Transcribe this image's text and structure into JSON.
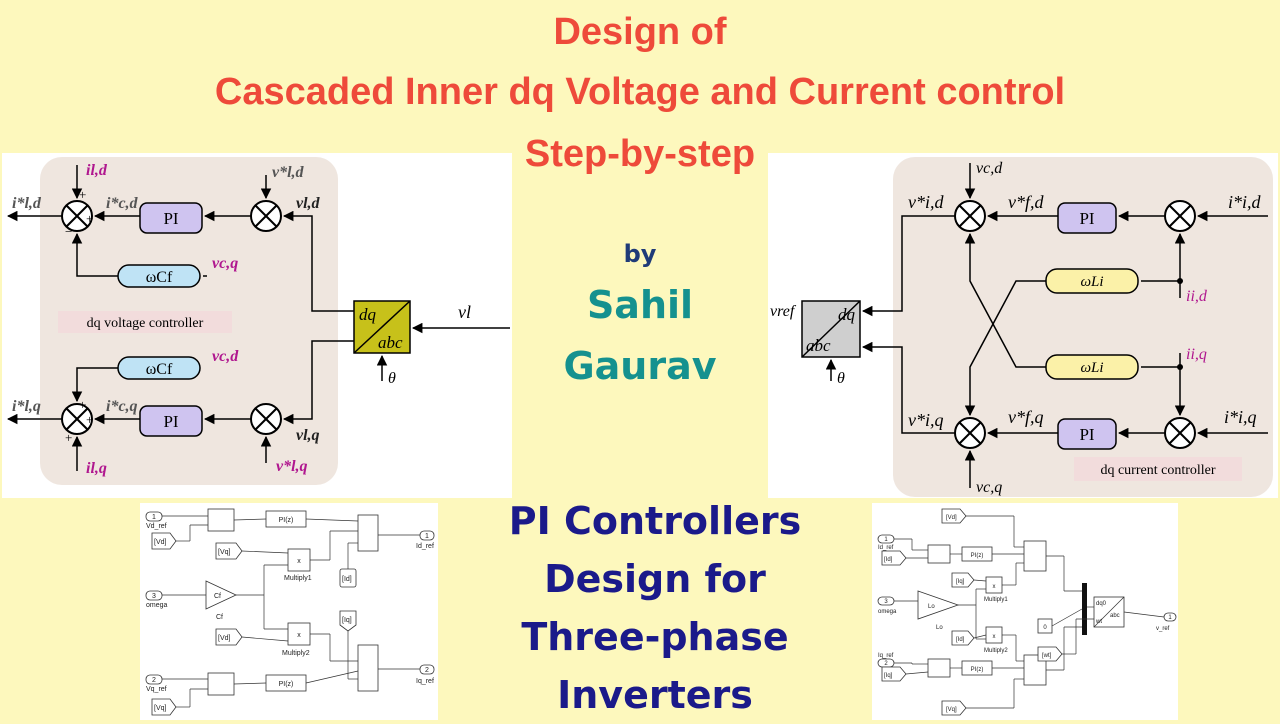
{
  "title": {
    "line1": "Design of",
    "line2": "Cascaded Inner dq Voltage and Current control",
    "line3": "Step-by-step"
  },
  "author": {
    "by": "by",
    "first": "Sahil",
    "last": "Gaurav"
  },
  "subtitle": {
    "l1": "PI Controllers",
    "l2": "Design for",
    "l3": "Three-phase",
    "l4": "Inverters"
  },
  "left_diagram": {
    "pi": "PI",
    "wcf": "ωCf",
    "label": "dq voltage controller",
    "transform_top": "dq",
    "transform_bottom": "abc",
    "theta": "θ",
    "vl": "vl",
    "i_ld": "il,d",
    "i_lq": "il,q",
    "i_ld_ref": "i*l,d",
    "i_lq_ref": "i*l,q",
    "ic_d": "i*c,d",
    "ic_q": "i*c,q",
    "v_cq": "vc,q",
    "v_cd": "vc,d",
    "v_ld": "vl,d",
    "v_lq": "vl,q",
    "v_ld_ref": "v*l,d",
    "v_lq_ref": "v*l,q"
  },
  "right_diagram": {
    "pi": "PI",
    "wl": "ωLi",
    "label": "dq current controller",
    "transform_top": "dq",
    "transform_bottom": "abc",
    "theta": "θ",
    "vref": "vref",
    "v_cd": "vc,d",
    "v_cq": "vc,q",
    "vi_d": "v*i,d",
    "vi_q": "v*i,q",
    "vf_d": "v*f,d",
    "vf_q": "v*f,q",
    "ii_d_ref": "i*i,d",
    "ii_q_ref": "i*i,q",
    "ii_d": "ii,d",
    "ii_q": "ii,q"
  },
  "simulink_left": {
    "port1": "1",
    "port2": "2",
    "port3": "3",
    "vd_ref": "Vd_ref",
    "vq_ref": "Vq_ref",
    "omega": "omega",
    "vd_tag": "[Vd]",
    "vq_tag": "[Vq]",
    "id_tag": "[Id]",
    "iq_tag": "[Iq]",
    "pi": "PI(z)",
    "cf": "Cf",
    "mult": "x",
    "multiply1": "Multiply1",
    "multiply2": "Multiply2",
    "out1": "1",
    "out2": "2",
    "id_ref": "Id_ref",
    "iq_ref": "Iq_ref"
  },
  "simulink_right": {
    "port1": "1",
    "port2": "2",
    "port3": "3",
    "id_ref": "Id_ref",
    "iq_ref": "Iq_ref",
    "omega": "omega",
    "vd_tag": "[Vd]",
    "vq_tag": "[Vq]",
    "id_tag": "[Id]",
    "iq_tag": "[Iq]",
    "iq2_tag": "[Iq]",
    "id2_tag": "[Id]",
    "wt_tag": "[wt]",
    "pi": "PI(z)",
    "lo": "Lo",
    "mult": "x",
    "multiply1": "Multiply1",
    "multiply2": "Multiply2",
    "zero": "0",
    "dq0": "dq0",
    "abc": "abc",
    "wt": "wt",
    "out1": "1",
    "v_ref": "v_ref"
  }
}
